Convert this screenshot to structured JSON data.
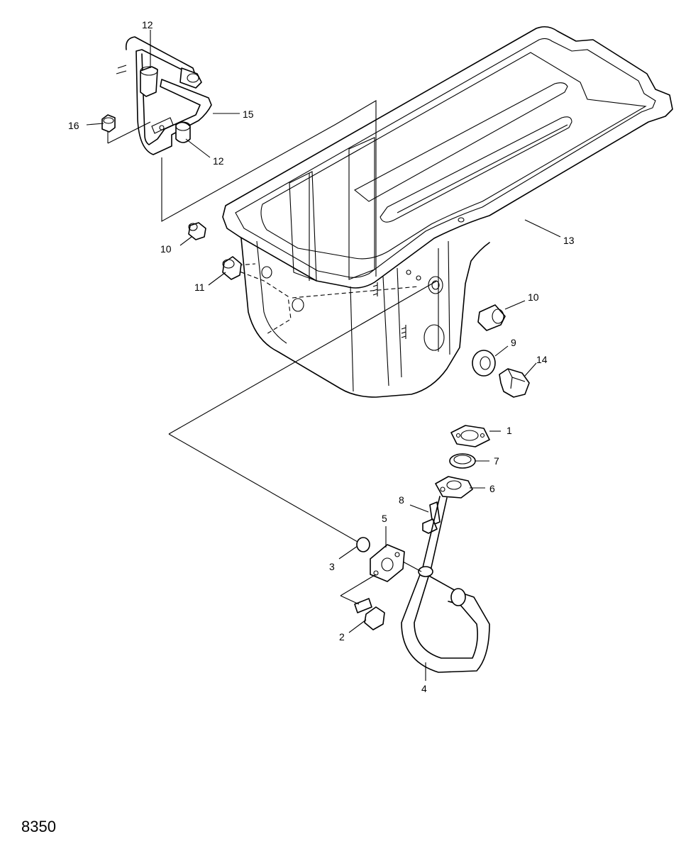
{
  "figure_number": "8350",
  "callouts": {
    "c1": "1",
    "c2": "2",
    "c3": "3",
    "c4": "4",
    "c5": "5",
    "c6": "6",
    "c7": "7",
    "c8": "8",
    "c9": "9",
    "c10a": "10",
    "c10b": "10",
    "c11": "11",
    "c12a": "12",
    "c12b": "12",
    "c13": "13",
    "c14": "14",
    "c15": "15",
    "c16": "16"
  }
}
